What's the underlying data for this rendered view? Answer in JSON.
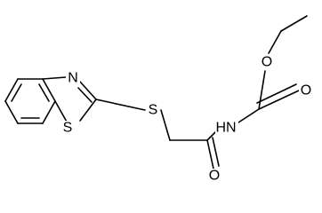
{
  "molecule": {
    "atoms": {
      "N": "N",
      "S_ring": "S",
      "S_thio": "S",
      "NH": "HN",
      "O_ester": "O",
      "O_carbonyl_ester": "O",
      "O_amide": "O"
    }
  }
}
